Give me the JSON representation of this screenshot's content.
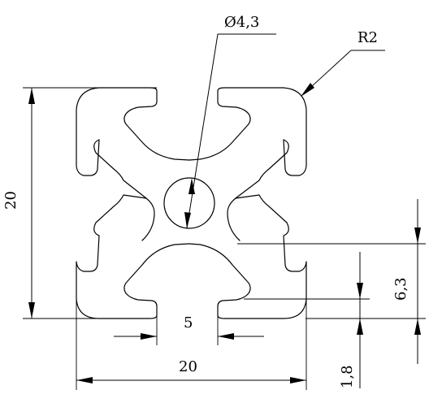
{
  "drawing": {
    "labels": {
      "hole_diameter": "Ø4,3",
      "radius": "R2",
      "height": "20",
      "width": "20",
      "slot_width": "5",
      "slot_depth": "6,3",
      "wall_thickness": "1,8"
    }
  }
}
